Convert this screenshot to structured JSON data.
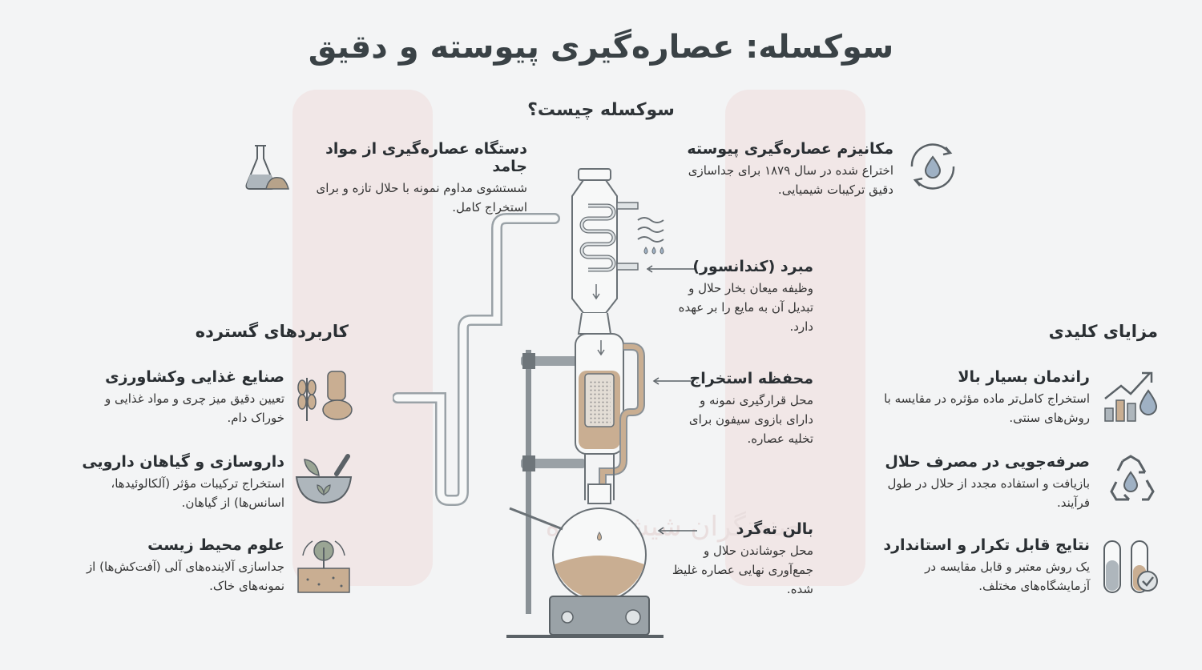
{
  "title": "سوکسله: عصاره‌گیری پیوسته و دقیق",
  "subtitle": "سوکسله چیست؟",
  "top": {
    "device": {
      "heading": "دستگاه عصاره‌گیری از مواد جامد",
      "text": "شستشوی مداوم نمونه با حلال تازه و برای استخراج کامل."
    },
    "mechanism": {
      "heading": "مکانیزم عصاره‌گیری پیوسته",
      "text": "اختراع شده در سال ۱۸۷۹ برای جداسازی دقیق ترکیبات شیمیایی."
    }
  },
  "parts": {
    "condenser": {
      "heading": "مبرد (کندانسور)",
      "text": "وظیفه میعان بخار حلال و تبدیل آن به مایع را بر عهده دارد."
    },
    "chamber": {
      "heading": "محفظه استخراج",
      "text": "محل قرارگیری نمونه و دارای بازوی سیفون برای تخلیه عصاره."
    },
    "flask": {
      "heading": "بالن ته‌گرد",
      "text": "محل جوشاندن حلال و جمع‌آوری نهایی عصاره غلیظ شده."
    }
  },
  "advantages": {
    "heading": "مزایای کلیدی",
    "items": [
      {
        "heading": "راندمان بسیار بالا",
        "text": "استخراج کامل‌تر ماده مؤثره در مقایسه با روش‌های سنتی."
      },
      {
        "heading": "صرفه‌جویی در مصرف حلال",
        "text": "بازیافت و استفاده مجدد از حلال در طول فرآیند."
      },
      {
        "heading": "نتایج قابل تکرار و استاندارد",
        "text": "یک روش معتبر و قابل مقایسه در آزمایشگاه‌های مختلف."
      }
    ]
  },
  "applications": {
    "heading": "کاربردهای گسترده",
    "items": [
      {
        "heading": "صنایع غذایی وکشاورزی",
        "text": "تعیین دقیق میز چری و مواد غذایی و خوراک دام."
      },
      {
        "heading": "داروسازی و گیاهان دارویی",
        "text": "استخراج ترکیبات مؤثر (آلکالوئیدها، اسانس‌ها) از گیاهان."
      },
      {
        "heading": "علوم محیط زیست",
        "text": "جداسازی آلاینده‌های آلی (آفت‌کش‌ها) از نمونه‌های خاک."
      }
    ]
  },
  "watermark": "صنعتگران شیشه آویژه",
  "colors": {
    "accent": "#c9ae92",
    "glass": "#8e969b",
    "text": "#2f3438"
  }
}
